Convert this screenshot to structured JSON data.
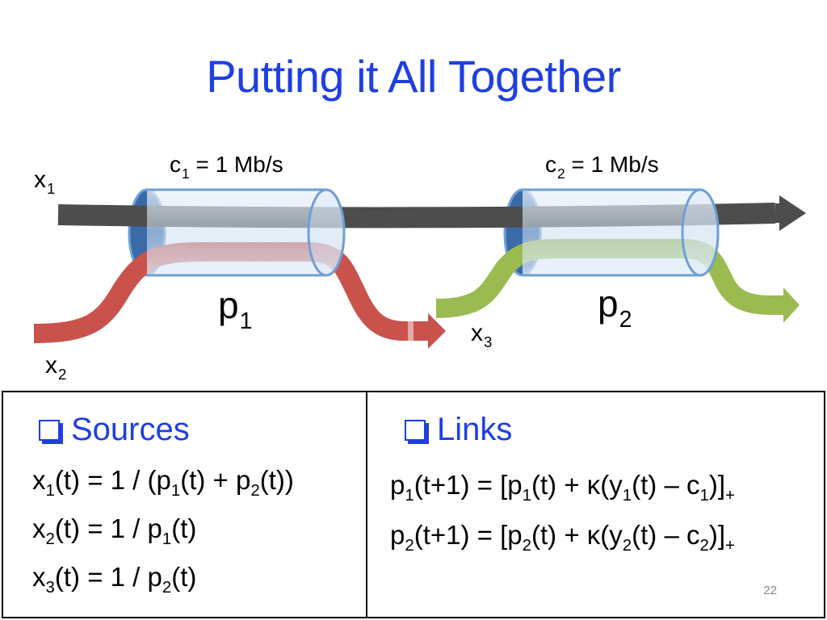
{
  "slide": {
    "title": "Putting it All Together",
    "page_number": "22"
  },
  "diagram": {
    "x1": {
      "base": "x",
      "sub": "1"
    },
    "x2": {
      "base": "x",
      "sub": "2"
    },
    "x3": {
      "base": "x",
      "sub": "3"
    },
    "c1": {
      "base": "c",
      "sub": "1",
      "value": " = 1 Mb/s"
    },
    "c2": {
      "base": "c",
      "sub": "2",
      "value": " = 1 Mb/s"
    },
    "p1": {
      "base": "p",
      "sub": "1"
    },
    "p2": {
      "base": "p",
      "sub": "2"
    },
    "colors": {
      "flow_x1": "#4d4d4d",
      "flow_x2": "#c9524d",
      "flow_x3": "#9bbb50",
      "link_pipe": "#dbe9f5",
      "link_edge": "#6f9fd6",
      "link_end": "#3a6aa8"
    }
  },
  "sources": {
    "heading": "Sources",
    "eq1": [
      "x",
      "1",
      "(t) = 1 / (p",
      "1",
      "(t) + p",
      "2",
      "(t))"
    ],
    "eq2": [
      "x",
      "2",
      "(t) = 1 / p",
      "1",
      "(t)"
    ],
    "eq3": [
      "x",
      "3",
      "(t) = 1 / p",
      "2",
      "(t)"
    ]
  },
  "links": {
    "heading": "Links",
    "eq1": [
      "p",
      "1",
      "(t+1) = [p",
      "1",
      "(t) + κ(y",
      "1",
      "(t) – c",
      "1",
      ")]",
      "+"
    ],
    "eq2": [
      "p",
      "2",
      "(t+1) = [p",
      "2",
      "(t) + κ(y",
      "2",
      "(t) – c",
      "2",
      ")]",
      "+"
    ]
  },
  "colors": {
    "title": "#1f3fe0",
    "heading": "#1f3fe0"
  }
}
